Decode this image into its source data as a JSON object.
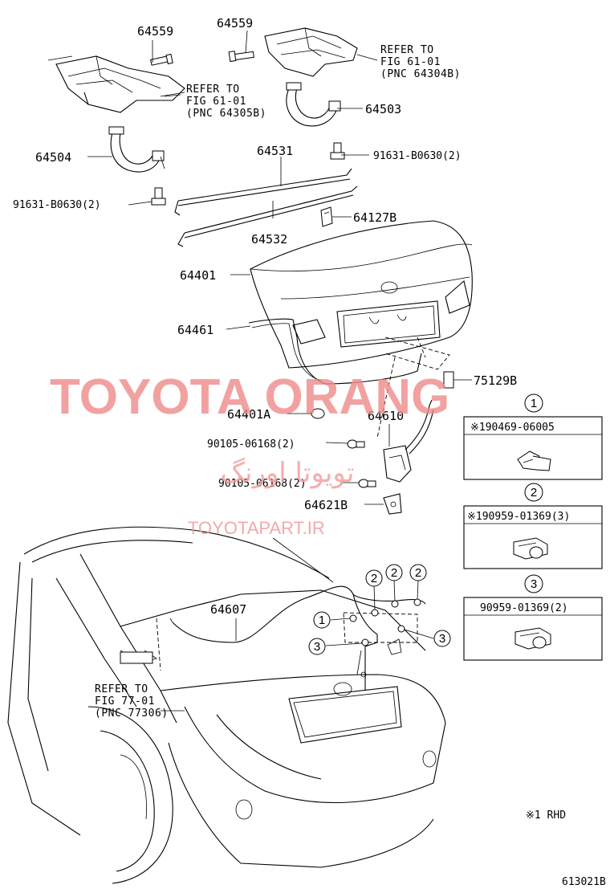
{
  "parts": {
    "p64559_left": "64559",
    "p64559_right": "64559",
    "p64504": "64504",
    "p64503": "64503",
    "p91631_left": "91631-B0630(2)",
    "p91631_right": "91631-B0630(2)",
    "p64531": "64531",
    "p64532": "64532",
    "p64127B": "64127B",
    "p64401": "64401",
    "p64461": "64461",
    "p75129B": "75129B",
    "p64401A": "64401A",
    "p64610": "64610",
    "p90105_a": "90105-06168(2)",
    "p90105_b": "90105-06168(2)",
    "p64621B": "64621B",
    "p64607": "64607"
  },
  "refs": {
    "ref1": [
      "REFER TO",
      "FIG 61-01",
      "(PNC 64304B)"
    ],
    "ref2": [
      "REFER TO",
      "FIG 61-01",
      "(PNC 64305B)"
    ],
    "ref3": [
      "REFER TO",
      "FIG 77-01",
      "(PNC 77306)"
    ]
  },
  "callouts": {
    "c1": "1",
    "c2": "2",
    "c3": "3"
  },
  "boxes": [
    {
      "number": "1",
      "part": "※190469-06005"
    },
    {
      "number": "2",
      "part": "※190959-01369(3)"
    },
    {
      "number": "3",
      "part": "90959-01369(2)"
    }
  ],
  "note": "※1 RHD",
  "figure_code": "613021B",
  "watermarks": {
    "brand": "TOYOTA ORANG",
    "persian": "تویوتا اورنگ",
    "url": "TOYOTAPART.IR"
  },
  "colors": {
    "watermark": "#f08a8a",
    "ink": "#000000"
  }
}
